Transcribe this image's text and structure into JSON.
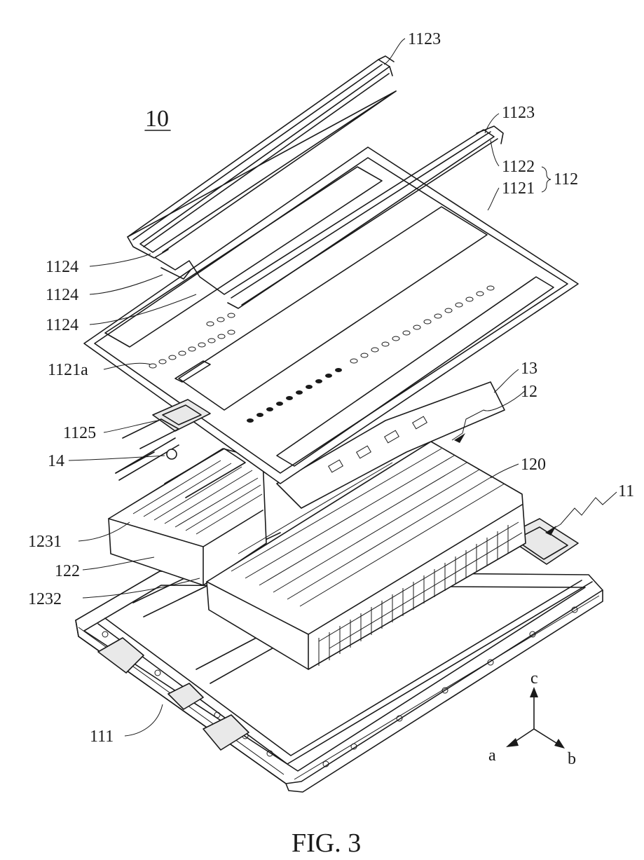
{
  "figure": {
    "assembly_label": "10",
    "caption": "FIG. 3"
  },
  "labels": {
    "l1123_top": "1123",
    "l1123_mid": "1123",
    "l1122": "1122",
    "l112": "112",
    "l1121": "1121",
    "l1124_a": "1124",
    "l1124_b": "1124",
    "l1124_c": "1124",
    "l1121a": "1121a",
    "l1125": "1125",
    "l14": "14",
    "l13": "13",
    "l12": "12",
    "l120": "120",
    "l11": "11",
    "l1231": "1231",
    "l122": "122",
    "l1232": "1232",
    "l111": "111"
  },
  "axes": {
    "c": "c",
    "a": "a",
    "b": "b"
  }
}
